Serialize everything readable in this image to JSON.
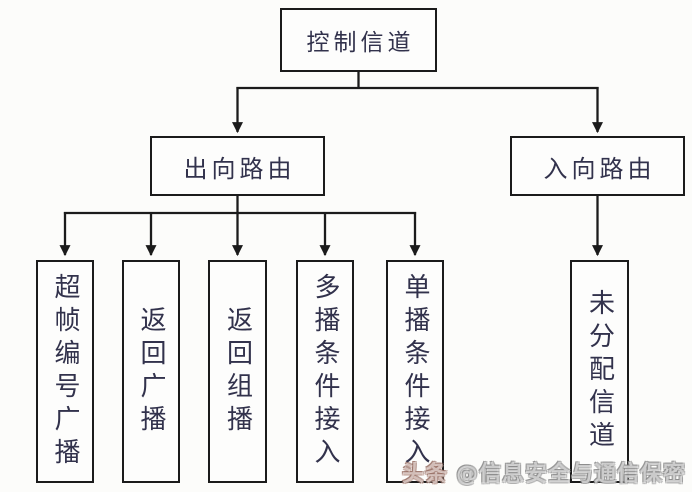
{
  "diagram": {
    "root": {
      "label": "控制信道"
    },
    "branches": {
      "out": {
        "label": "出向路由"
      },
      "in": {
        "label": "入向路由"
      }
    },
    "out_leaves": [
      {
        "label": "超帧编号广播"
      },
      {
        "label": "返回广播"
      },
      {
        "label": "返回组播"
      },
      {
        "label": "多播条件接入"
      },
      {
        "label": "单播条件接入"
      }
    ],
    "in_leaves": [
      {
        "label": "未分配信道"
      }
    ]
  },
  "watermark": {
    "brand": "头条",
    "handle": "@信息安全与通信保密"
  },
  "colors": {
    "line": "#1b1b1b",
    "box_border": "#1b1b1b",
    "box_fill": "#fdfdfc",
    "text": "#32324c",
    "background": "#fcfcfa"
  }
}
